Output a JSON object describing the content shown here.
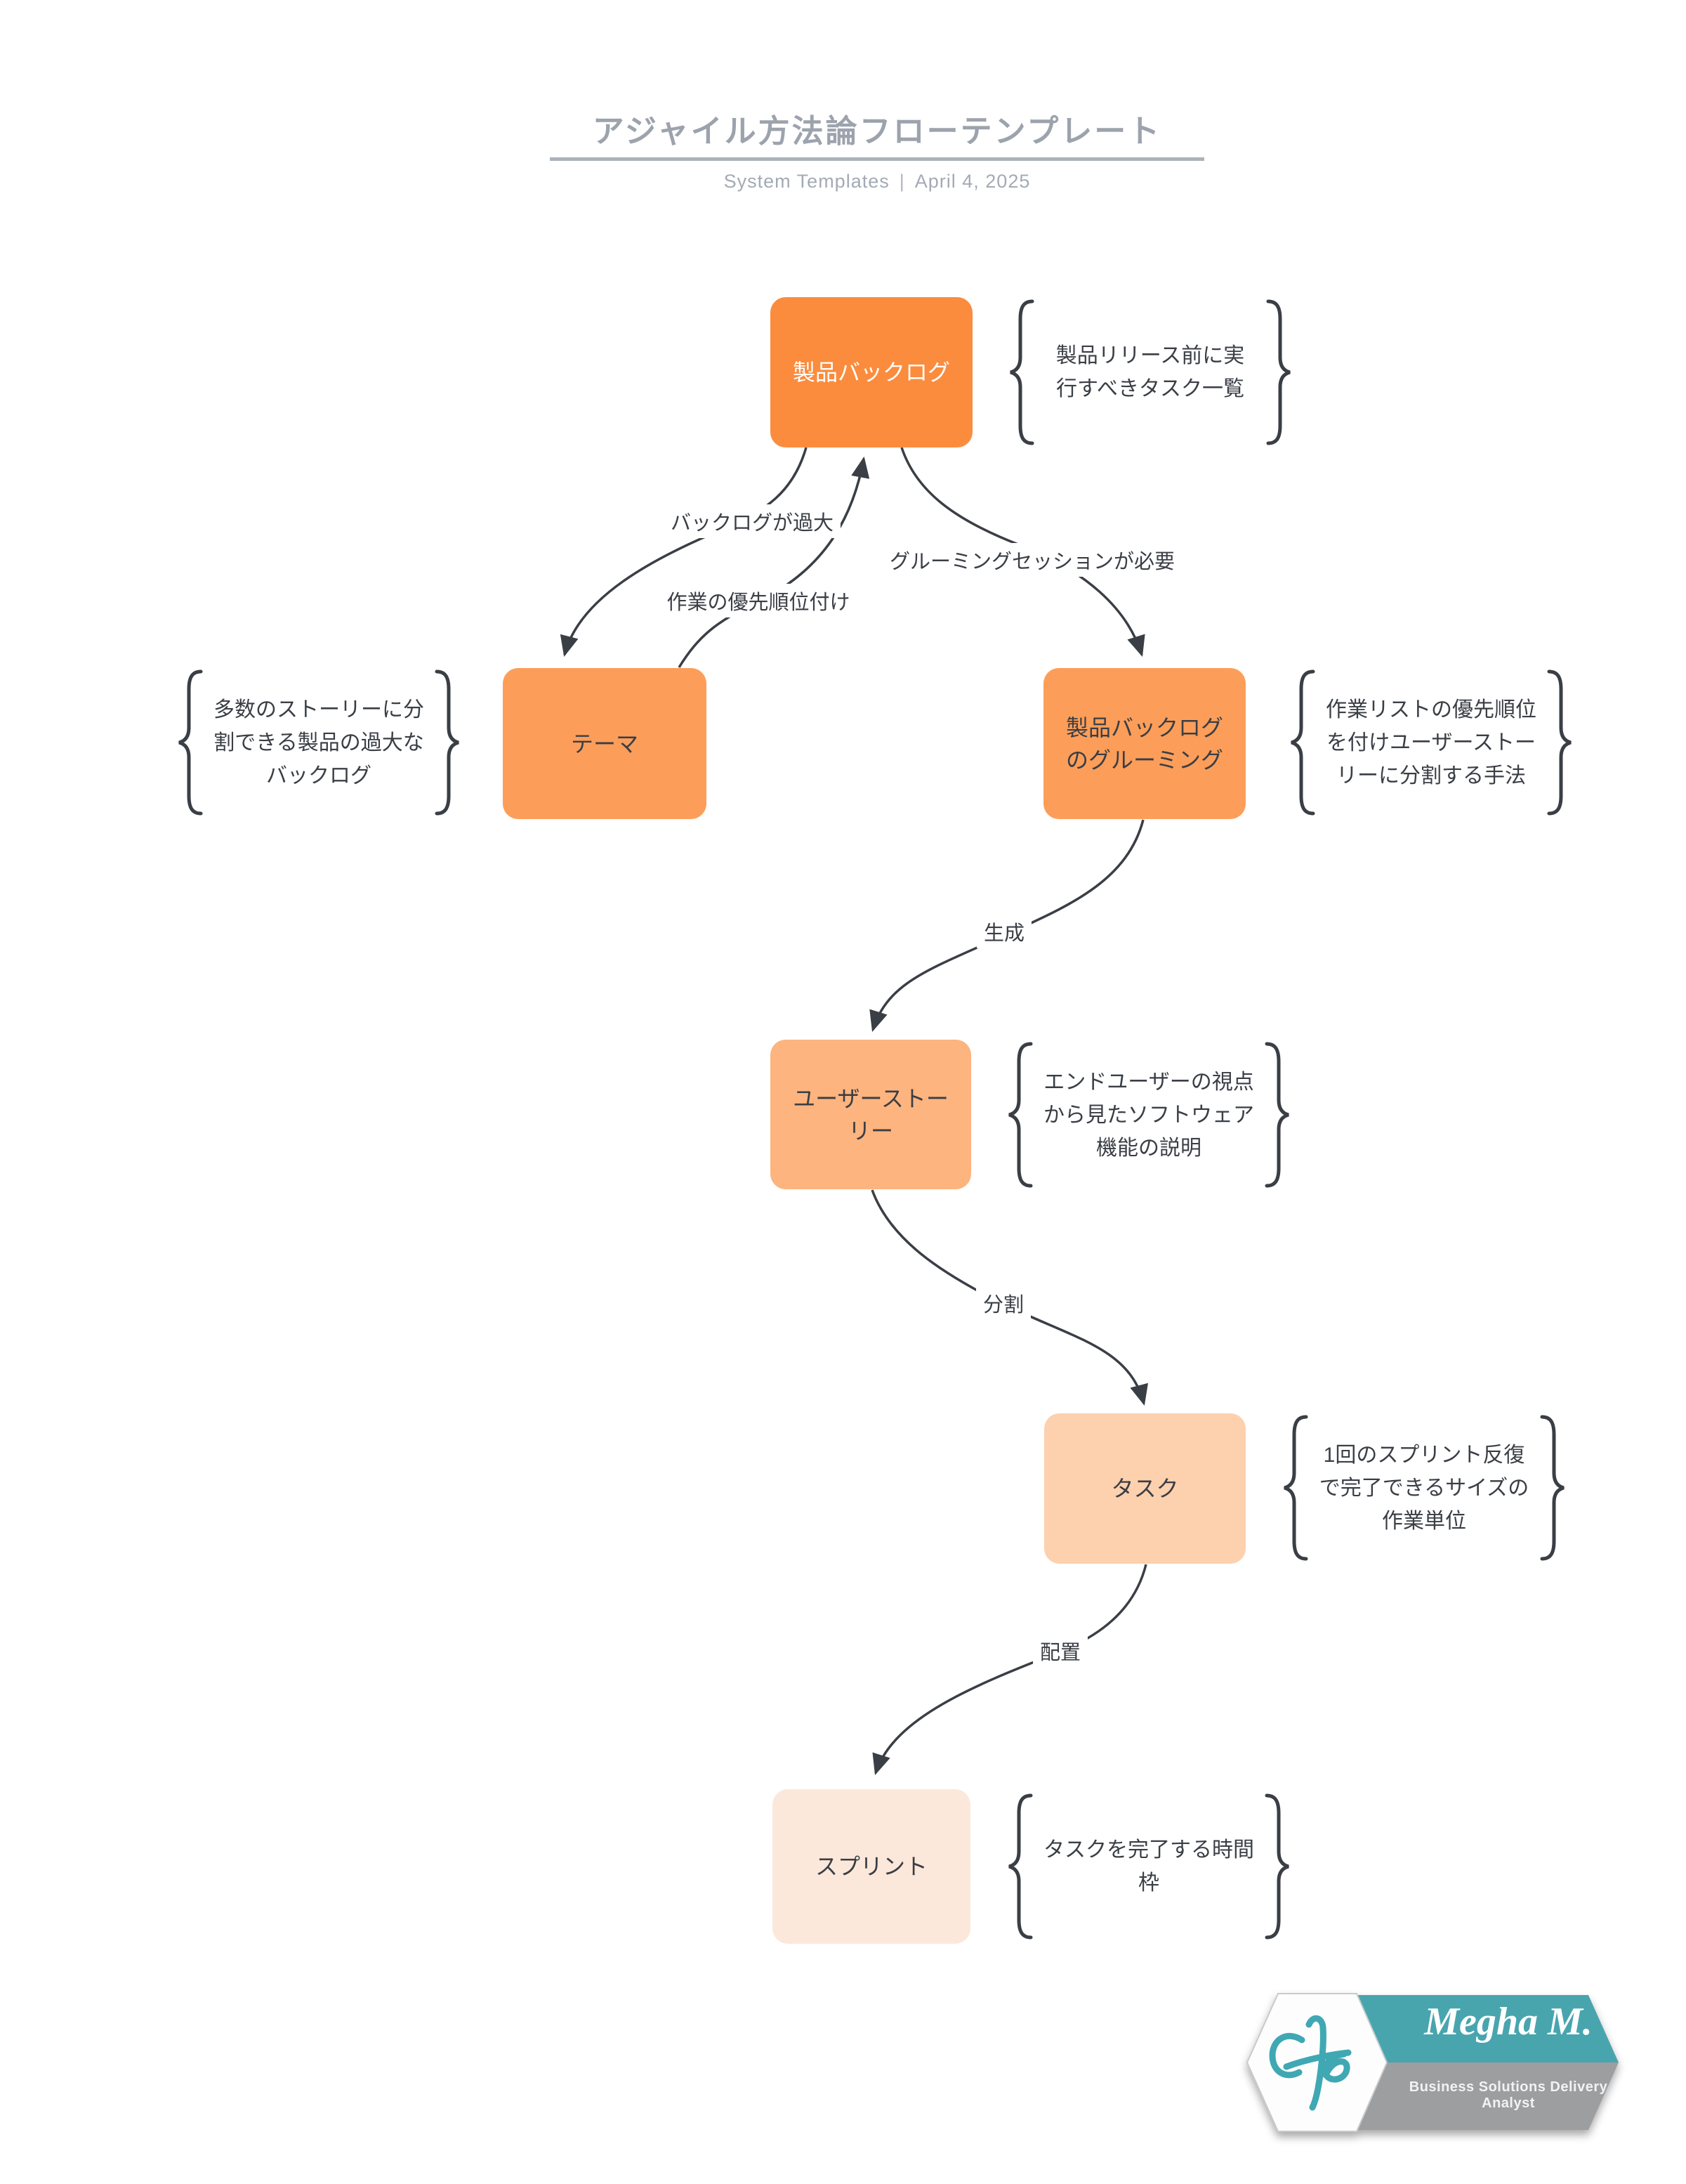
{
  "title": "アジャイル方法論フローテンプレート",
  "subtitle": {
    "source": "System Templates",
    "separator": "|",
    "date": "April 4, 2025"
  },
  "colors": {
    "node_level_1": "#FB8C3D",
    "node_level_2": "#FC9E59",
    "node_level_3": "#FDB47E",
    "node_level_4": "#FDD0AE",
    "node_level_5": "#FCE8DA",
    "ink": "#3A3E45",
    "title_gray": "#9DA3AD",
    "logo_teal": "#48A5AE",
    "logo_gray": "#9C9EA0"
  },
  "nodes": [
    {
      "id": "product-backlog",
      "label": "製品バックログ",
      "note": "製品リリース前に実\n行すべきタスク一覧"
    },
    {
      "id": "theme",
      "label": "テーマ",
      "note": "多数のストーリーに分\n割できる製品の過大な\nバックログ"
    },
    {
      "id": "backlog-grooming",
      "label": "製品バックログ\nのグルーミング",
      "note": "作業リストの優先順位\nを付けユーザーストー\nリーに分割する手法"
    },
    {
      "id": "user-story",
      "label": "ユーザーストー\nリー",
      "note": "エンドユーザーの視点\nから見たソフトウェア\n機能の説明"
    },
    {
      "id": "task",
      "label": "タスク",
      "note": "1回のスプリント反復\nで完了できるサイズの\n作業単位"
    },
    {
      "id": "sprint",
      "label": "スプリント",
      "note": "タスクを完了する時間\n枠"
    }
  ],
  "edges": [
    {
      "from": "product-backlog",
      "to": "theme",
      "label": "バックログが過大"
    },
    {
      "from": "theme",
      "to": "product-backlog",
      "label": "作業の優先順位付け"
    },
    {
      "from": "product-backlog",
      "to": "backlog-grooming",
      "label": "グルーミングセッションが必要"
    },
    {
      "from": "backlog-grooming",
      "to": "user-story",
      "label": "生成"
    },
    {
      "from": "user-story",
      "to": "task",
      "label": "分割"
    },
    {
      "from": "task",
      "to": "sprint",
      "label": "配置"
    }
  ],
  "logo": {
    "name": "Megha M.",
    "tagline": "Business Solutions Delivery Analyst"
  }
}
